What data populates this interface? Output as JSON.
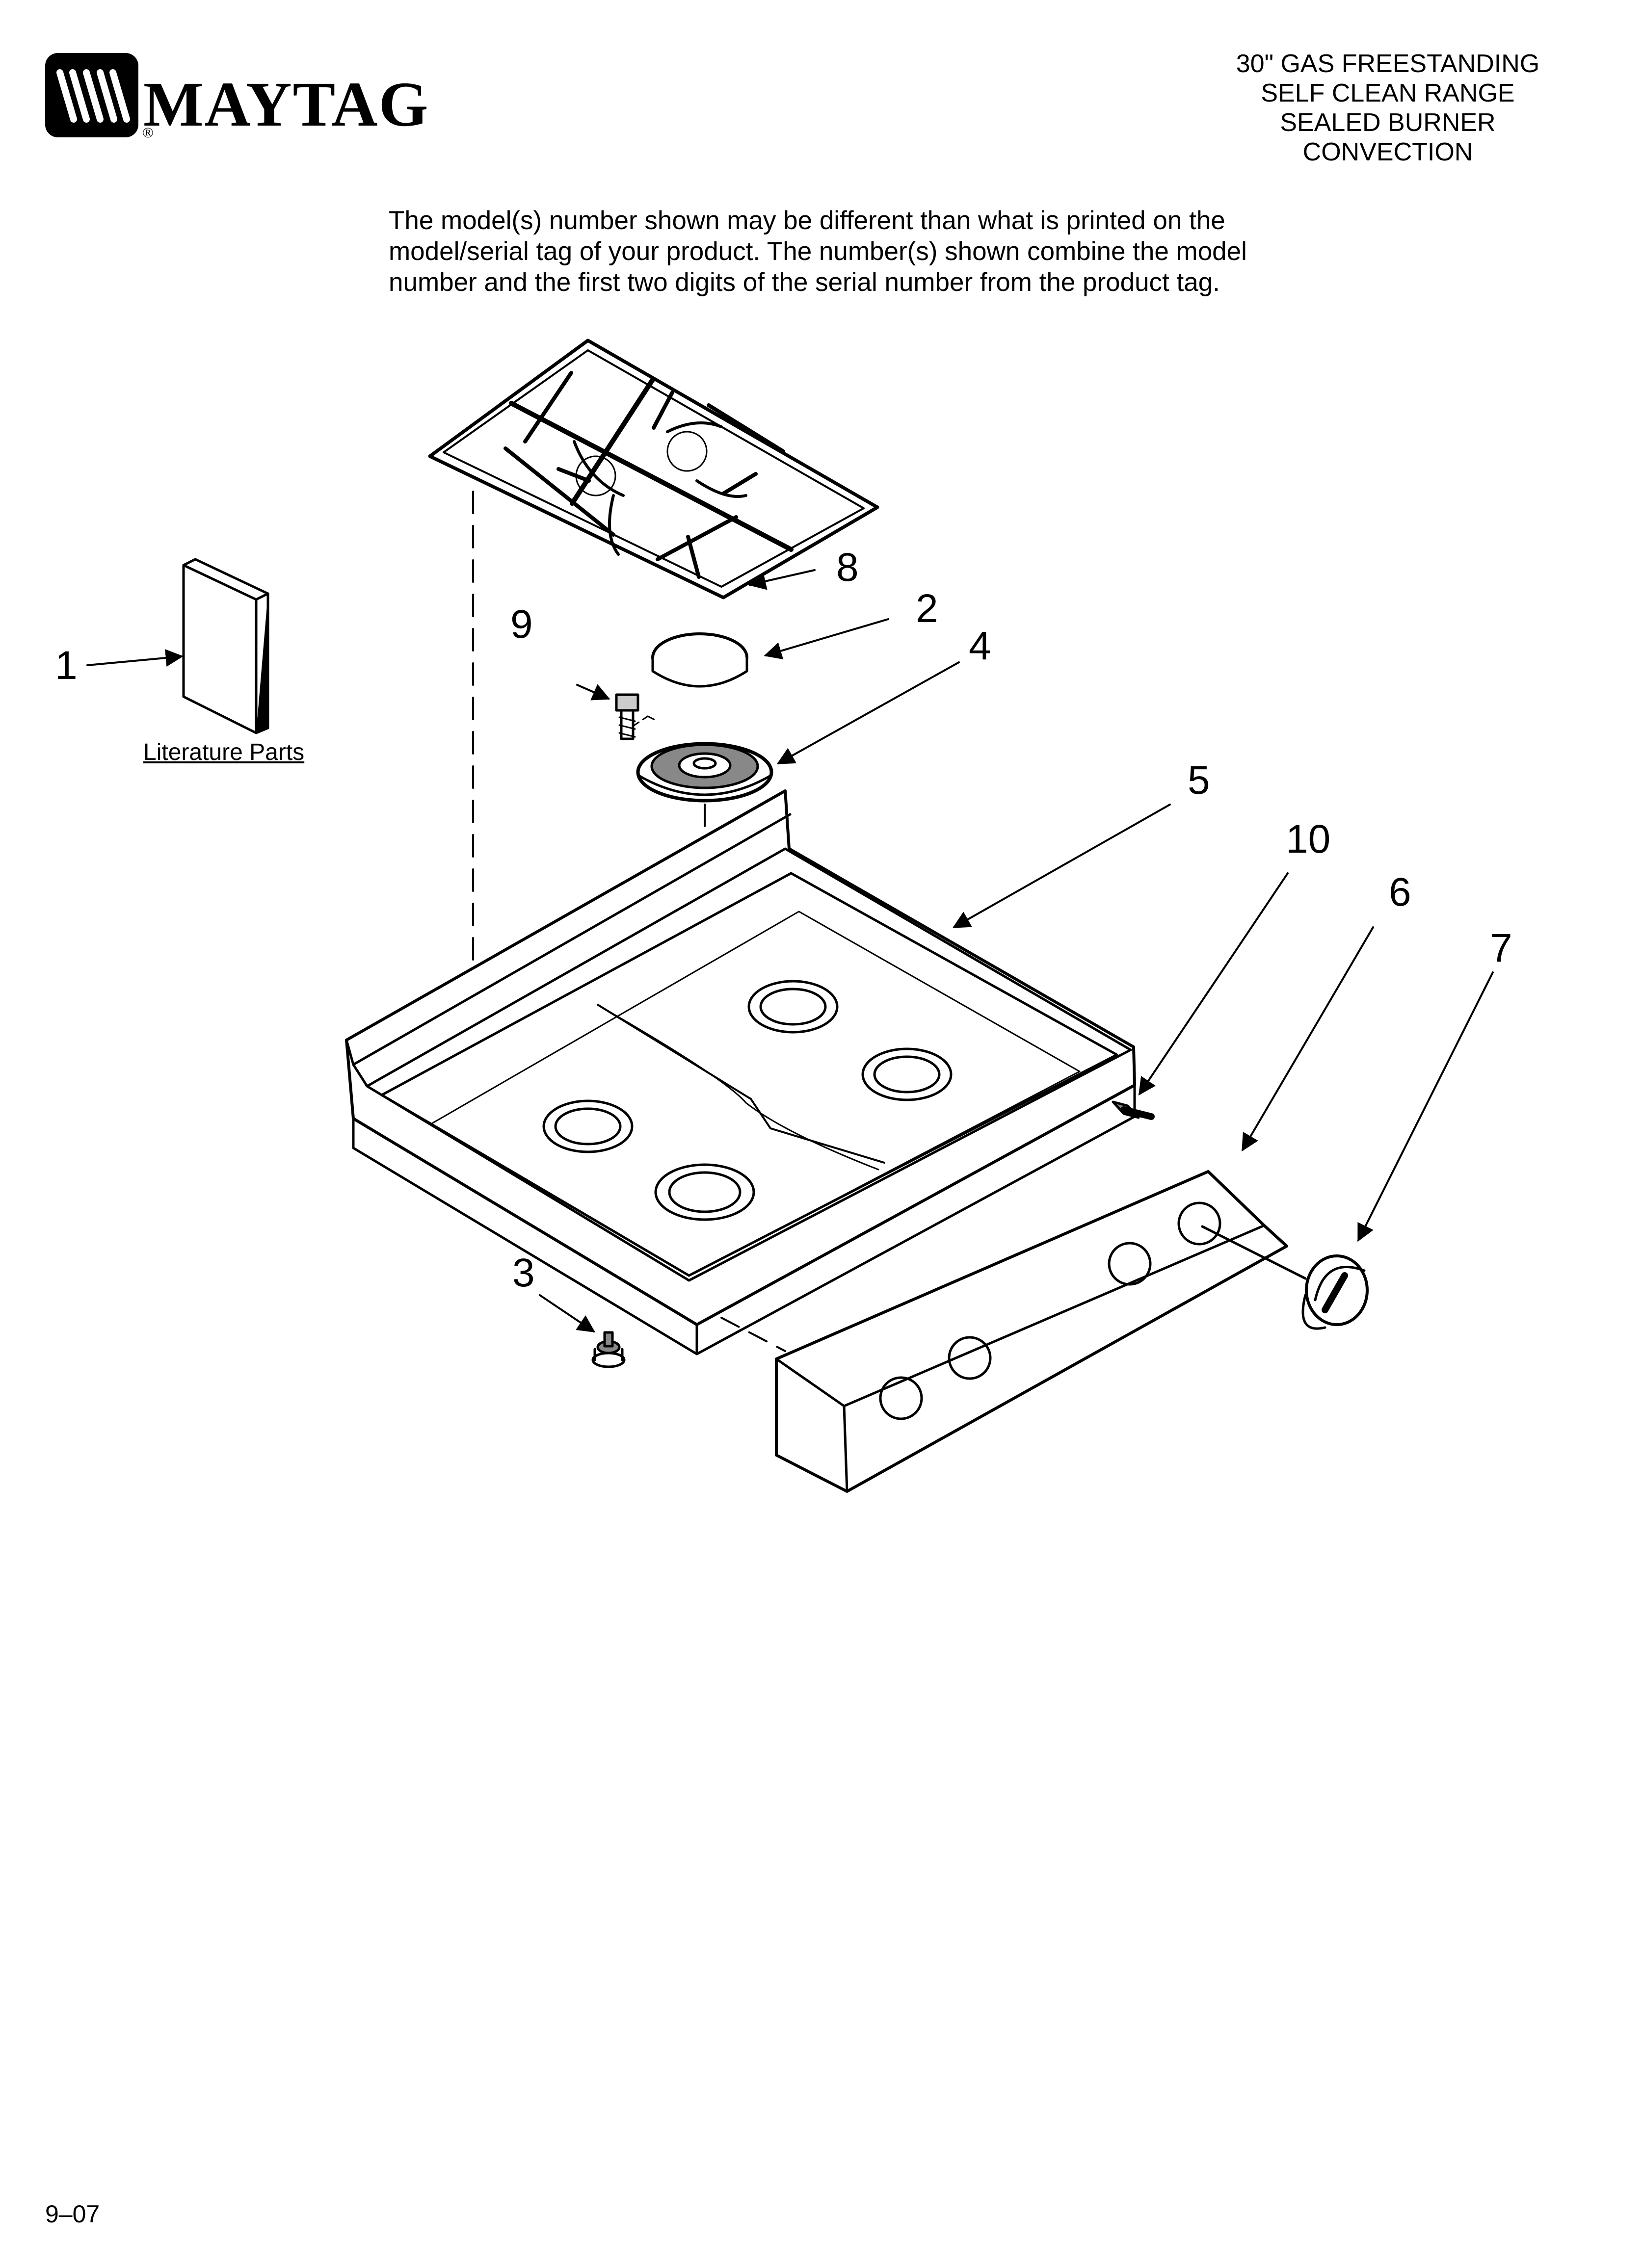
{
  "brand": {
    "name": "MAYTAG",
    "registered_mark": "®"
  },
  "title_block": {
    "lines": [
      "30\" GAS FREESTANDING",
      "SELF CLEAN RANGE",
      "SEALED BURNER",
      "CONVECTION"
    ]
  },
  "notice": {
    "lines": [
      "The model(s) number shown may be different than what is printed on the",
      "model/serial tag of your product. The number(s) shown combine the model",
      "number and the first two digits of the serial number from the product tag."
    ]
  },
  "diagram": {
    "literature_label": "Literature Parts",
    "callouts": {
      "c1": "1",
      "c2": "2",
      "c3": "3",
      "c4": "4",
      "c5": "5",
      "c6": "6",
      "c7": "7",
      "c8": "8",
      "c9": "9",
      "c10": "10"
    }
  },
  "footer": {
    "code": "9–07"
  }
}
